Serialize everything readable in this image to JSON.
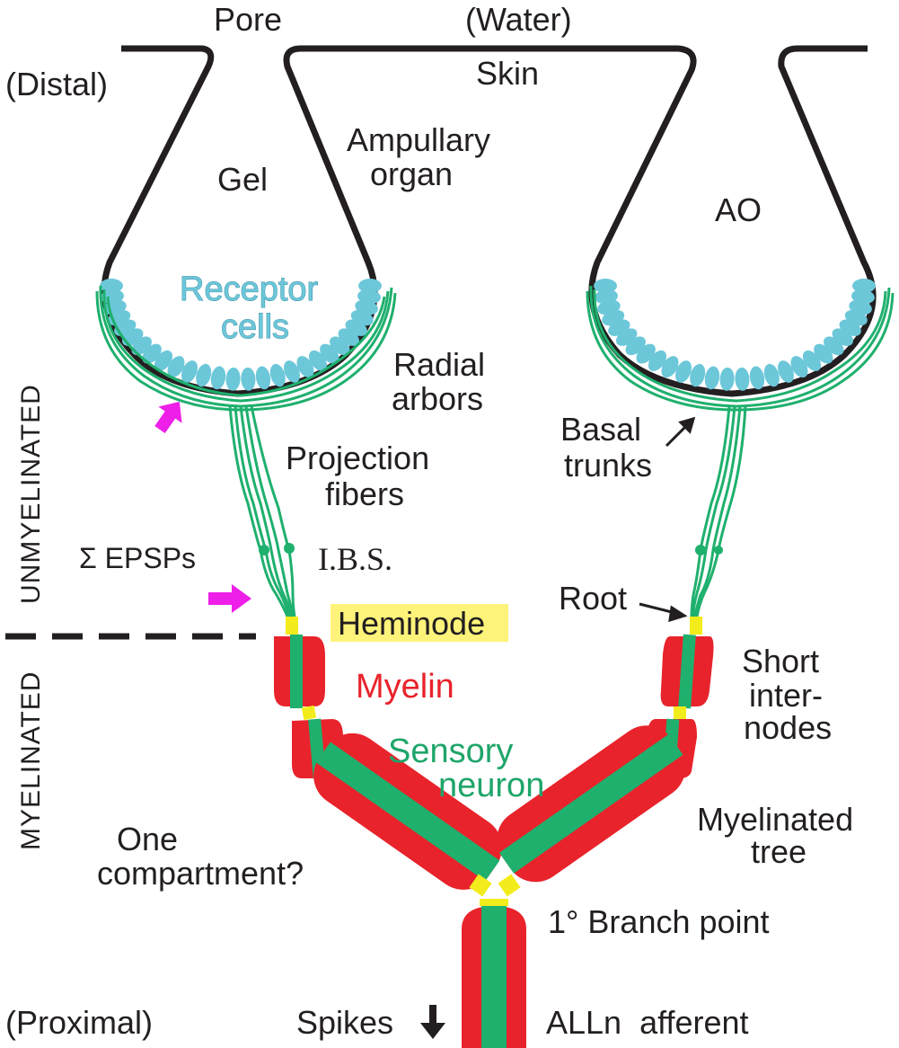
{
  "labels": {
    "pore": "Pore",
    "water": "(Water)",
    "distal": "(Distal)",
    "skin": "Skin",
    "ampullary_line1": "Ampullary",
    "ampullary_line2": "organ",
    "gel": "Gel",
    "ao": "AO",
    "receptor_line1": "Receptor",
    "receptor_line2": "cells",
    "radial_line1": "Radial",
    "radial_line2": "arbors",
    "basal_line1": "Basal",
    "basal_line2": "trunks",
    "projection_line1": "Projection",
    "projection_line2": "fibers",
    "sum_epsps": "Σ EPSPs",
    "ibs": "I.B.S.",
    "root": "Root",
    "heminode": "Heminode",
    "myelin": "Myelin",
    "short_line1": "Short",
    "short_line2": "inter-",
    "short_line3": "nodes",
    "sensory_line1": "Sensory",
    "sensory_line2": "neuron",
    "myelinated_tree_line1": "Myelinated",
    "myelinated_tree_line2": "tree",
    "one_comp_line1": "One",
    "one_comp_line2": "compartment?",
    "branch_point": "1° Branch point",
    "proximal": "(Proximal)",
    "spikes": "Spikes",
    "alln": "ALLn  afferent",
    "unmyelinated": "UNMYELINATED",
    "myelinated": "MYELINATED"
  },
  "colors": {
    "outline": "#231f20",
    "receptor": "#6cc7d9",
    "receptor_text": "#6cc7d9",
    "axon": "#1fb06e",
    "axon_dark": "#169a5c",
    "myelin": "#e8232b",
    "node": "#f3ec1c",
    "heminode_bg": "#fdf37a",
    "arrow_magenta": "#ee1fe8"
  }
}
